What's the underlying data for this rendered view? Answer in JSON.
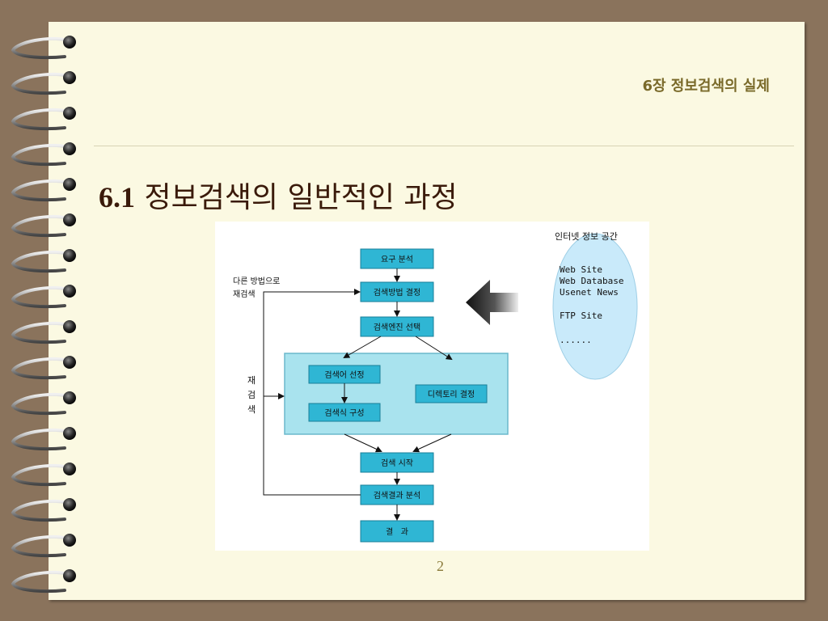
{
  "slide": {
    "chapter": "6장  정보검색의 실제",
    "title_num": "6.1",
    "title_text": "정보검색의 일반적인 과정",
    "page_number": "2"
  },
  "diagram": {
    "steps": {
      "req": "요구 분석",
      "method": "검색방법 결정",
      "engine": "검색엔진 선택",
      "term": "검색어 선정",
      "formula": "검색식 구성",
      "directory": "디렉토리 결정",
      "start": "검색 시작",
      "analyze": "검색결과 분석",
      "result": "결   과"
    },
    "labels": {
      "other_method_1": "다른 방법으로",
      "other_method_2": "재검색",
      "research_1": "재",
      "research_2": "검",
      "research_3": "색"
    },
    "internet": {
      "title": "인터넷 정보 공간",
      "items": [
        "Web Site",
        "Web Database",
        "Usenet News",
        "FTP Site",
        "......"
      ]
    }
  },
  "colors": {
    "box_fill": "#2fb6d4",
    "box_stroke": "#1a7f98",
    "group_fill": "#a9e3ee",
    "ellipse_fill": "#c9eafa",
    "text_dark": "#1a1a1a"
  }
}
